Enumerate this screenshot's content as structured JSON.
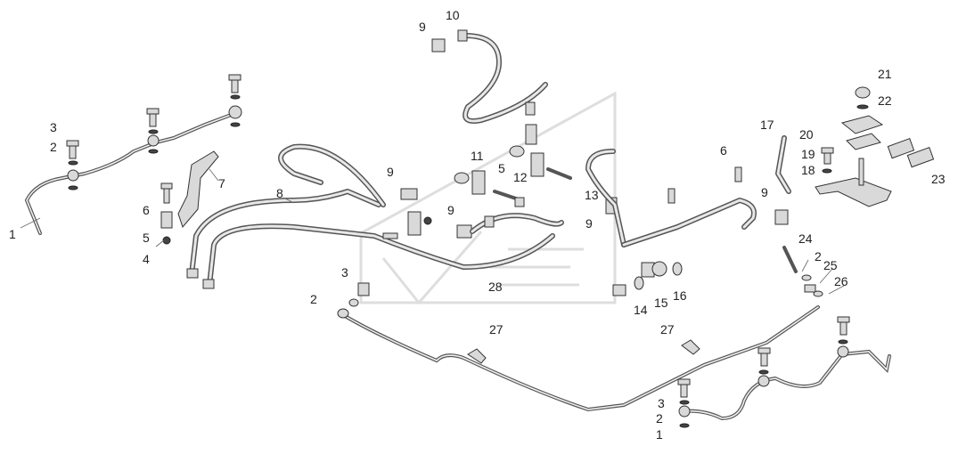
{
  "labels": [
    {
      "id": "l1",
      "text": "1"
    },
    {
      "id": "l2a",
      "text": "2"
    },
    {
      "id": "l3a",
      "text": "3"
    },
    {
      "id": "l4",
      "text": "4"
    },
    {
      "id": "l5a",
      "text": "5"
    },
    {
      "id": "l6a",
      "text": "6"
    },
    {
      "id": "l7",
      "text": "7"
    },
    {
      "id": "l8",
      "text": "8"
    },
    {
      "id": "l9a",
      "text": "9"
    },
    {
      "id": "l10",
      "text": "10"
    },
    {
      "id": "l9b",
      "text": "9"
    },
    {
      "id": "l11",
      "text": "11"
    },
    {
      "id": "l5b",
      "text": "5"
    },
    {
      "id": "l12",
      "text": "12"
    },
    {
      "id": "l9c",
      "text": "9"
    },
    {
      "id": "l13",
      "text": "13"
    },
    {
      "id": "l9d",
      "text": "9"
    },
    {
      "id": "l6b",
      "text": "6"
    },
    {
      "id": "l17",
      "text": "17"
    },
    {
      "id": "l20",
      "text": "20"
    },
    {
      "id": "l19",
      "text": "19"
    },
    {
      "id": "l18",
      "text": "18"
    },
    {
      "id": "l9e",
      "text": "9"
    },
    {
      "id": "l21",
      "text": "21"
    },
    {
      "id": "l22",
      "text": "22"
    },
    {
      "id": "l23",
      "text": "23"
    },
    {
      "id": "l24",
      "text": "24"
    },
    {
      "id": "l2b",
      "text": "2"
    },
    {
      "id": "l25",
      "text": "25"
    },
    {
      "id": "l26",
      "text": "26"
    },
    {
      "id": "l3b",
      "text": "3"
    },
    {
      "id": "l2c",
      "text": "2"
    },
    {
      "id": "l28",
      "text": "28"
    },
    {
      "id": "l14",
      "text": "14"
    },
    {
      "id": "l15",
      "text": "15"
    },
    {
      "id": "l16",
      "text": "16"
    },
    {
      "id": "l27a",
      "text": "27"
    },
    {
      "id": "l27b",
      "text": "27"
    },
    {
      "id": "l3c",
      "text": "3"
    },
    {
      "id": "l2d",
      "text": "2"
    },
    {
      "id": "l1b",
      "text": "1"
    }
  ]
}
